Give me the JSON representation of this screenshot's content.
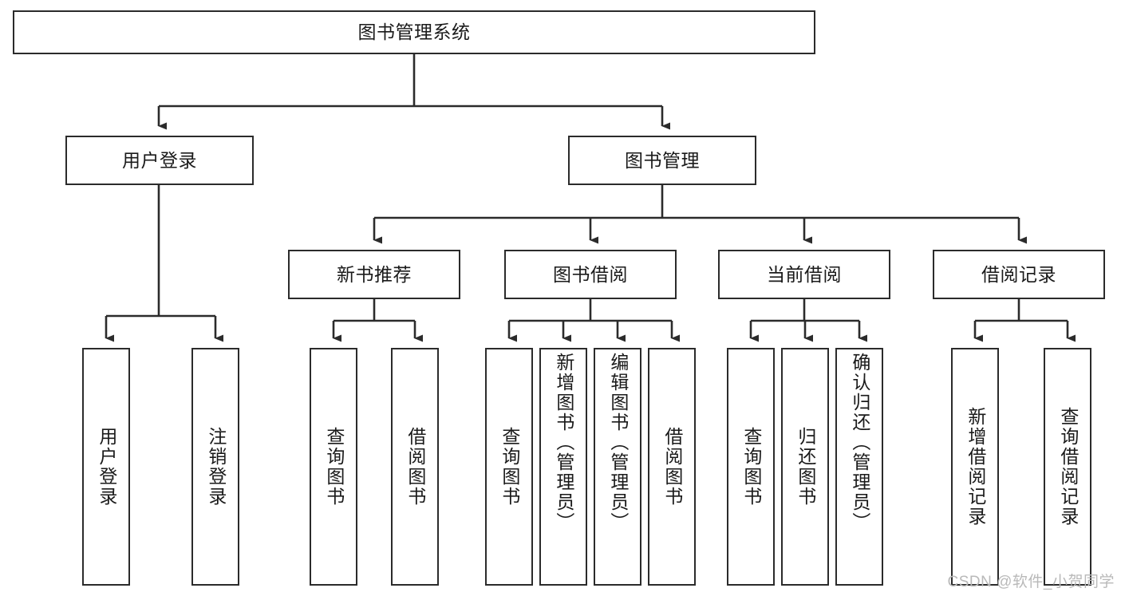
{
  "diagram": {
    "title": "图书管理系统",
    "watermark": "CSDN @软件_小贺同学",
    "accent_color": "#2b2b2b",
    "background_color": "#ffffff",
    "levels": {
      "root": {
        "label": "图书管理系统"
      },
      "level2": [
        {
          "label": "用户登录"
        },
        {
          "label": "图书管理"
        }
      ],
      "level3": [
        {
          "label": "新书推荐"
        },
        {
          "label": "图书借阅"
        },
        {
          "label": "当前借阅"
        },
        {
          "label": "借阅记录"
        }
      ],
      "leaves": {
        "user_login": [
          {
            "label": "用户登录"
          },
          {
            "label": "注销登录"
          }
        ],
        "new_book_recommend": [
          {
            "label": "查询图书"
          },
          {
            "label": "借阅图书"
          }
        ],
        "book_borrow": [
          {
            "label": "查询图书"
          },
          {
            "label": "新增图书（管理员）"
          },
          {
            "label": "编辑图书（管理员）"
          },
          {
            "label": "借阅图书"
          }
        ],
        "current_borrow": [
          {
            "label": "查询图书"
          },
          {
            "label": "归还图书"
          },
          {
            "label": "确认归还（管理员）"
          }
        ],
        "borrow_records": [
          {
            "label": "新增借阅记录"
          },
          {
            "label": "查询借阅记录"
          }
        ]
      }
    }
  }
}
